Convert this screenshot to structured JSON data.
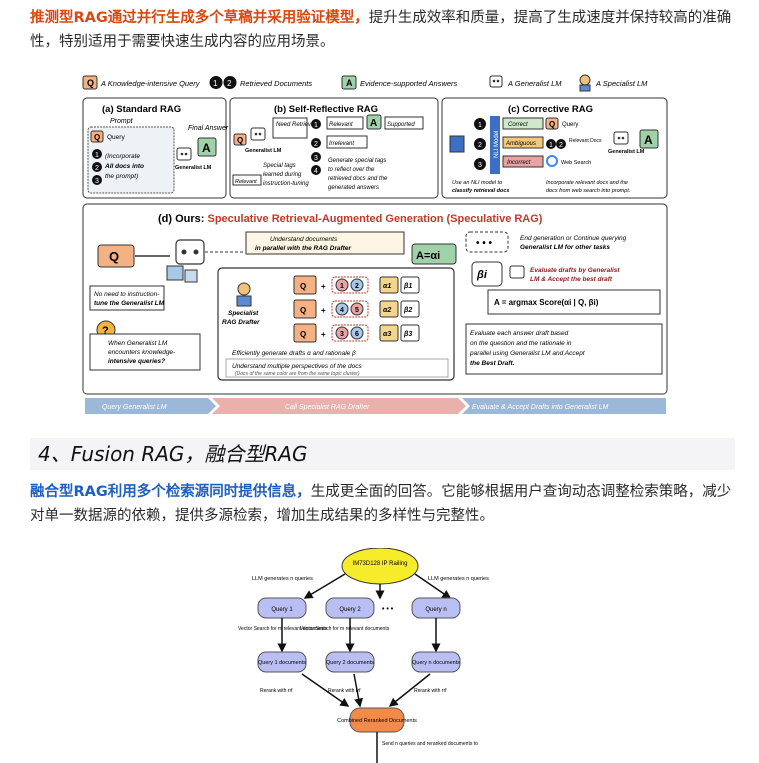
{
  "para1": {
    "lead": "推测型RAG通过并行生成多个草稿并采用验证模型，",
    "rest": "提升生成效率和质量，提高了生成速度并保持较高的准确性，特别适用于需要快速生成内容的应用场景。"
  },
  "figure1": {
    "legend": {
      "q_label": "A Knowledge-intensive Query",
      "docs_label": "Retrieved Documents",
      "a_label": "Evidence-supported Answers",
      "generalist_label": "A Generalist LM",
      "specialist_label": "A Specialist LM"
    },
    "panel_a": {
      "title": "(a) Standard RAG",
      "prompt": "Prompt",
      "query": "Query",
      "incorporate": "(Incorporate",
      "all_docs": "All docs into",
      "the_prompt": "the prompt)",
      "generalist": "Generalist LM",
      "final_answer": "Final Answer"
    },
    "panel_b": {
      "title": "(b) Self-Reflective RAG",
      "need": "Need Retrieval?",
      "relevant": "Relevant",
      "supported": "Supported",
      "irrelevant": "Irrelevant",
      "answer": "Answer",
      "generate_tags": "Generate special tags",
      "reflect_over": "to reflect over the",
      "retrieved": "retrieved docs and the",
      "generated": "generated answers",
      "special_tags": "Special tags",
      "learned": "learned during",
      "instruction": "instruction-tuning",
      "generalist": "Generalist LM"
    },
    "panel_c": {
      "title": "(c) Corrective RAG",
      "correct": "Correct",
      "ambiguous": "Ambiguous",
      "incorrect": "Incorrect",
      "nli": "NLI Model",
      "query": "Query",
      "relevant_docs": "Relevant Docs",
      "web_search": "Web Search",
      "generalist": "Generalist LM",
      "use_nli": "Use an NLI model to",
      "classify": "classify retrieval docs",
      "incorporate": "Incorporate relevant docs and the",
      "docs_from_web": "docs from web search into prompt."
    },
    "panel_d": {
      "title_prefix": "(d) Ours: ",
      "title_main": "Speculative Retrieval-Augmented Generation (Speculative RAG)",
      "understand": "Understand documents",
      "in_parallel": "in parallel with the RAG Drafter",
      "a_eq": "A=αi",
      "end_gen": "End generation or Continue querying",
      "generalist_other": "Generalist LM for other tasks",
      "eval_drafts": "Evaluate drafts by Generalist",
      "accept_best": "LM & Accept the best draft",
      "argmax": "A = argmax Score(αi | Q, βi)",
      "no_need": "No need to instruction-",
      "tune": "tune the Generalist LM",
      "when": "When Generalist LM",
      "encounters": "encounters knowledge-",
      "intensive": "intensive queries?",
      "specialist": "Specialist",
      "drafter": "RAG Drafter",
      "efficiently": "Efficiently generate drafts α and rationale β",
      "understand_multi": "Understand multiple perspectives of the docs",
      "docs_same": "(Docs of the same color are from the same topic cluster)",
      "eval_each": "Evaluate each answer draft based",
      "on_question": "on the question and the rationale in",
      "parallel_using": "parallel using Generalist LM and Accept",
      "best_draft": "the Best Draft.",
      "bar1": "Query Generalist LM",
      "bar2": "Call Specialist RAG Drafter",
      "bar3": "Evaluate & Accept Drafts into Generalist LM",
      "q": "Q",
      "a1": "α1",
      "b1": "β1",
      "a2": "α2",
      "b2": "β2",
      "a3": "α3",
      "b3": "β3",
      "bi": "βi"
    }
  },
  "section": {
    "title": "4、Fusion RAG，融合型RAG"
  },
  "para2": {
    "lead": "融合型RAG利用多个检索源同时提供信息，",
    "rest": "生成更全面的回答。它能够根据用户查询动态调整检索策略，减少对单一数据源的依赖，提供多源检索，增加生成结果的多样性与完整性。"
  },
  "figure2": {
    "top_node": "IM73D128 IP Railing",
    "llm_left": "LLM generates n queries",
    "llm_right": "LLM generates n queries",
    "query1": "Query 1",
    "query2": "Query 2",
    "queryn": "Query n",
    "dots": "• • •",
    "vs_left": "Vector Search for m relevant documents",
    "vs_mid": "Vector Search for m relevant documents",
    "doc1": "Query 1 documents",
    "doc2": "Query 2 documents",
    "docn": "Query n documents",
    "rerank": "Rerank with rrf",
    "combined": "Combined Reranked Documents",
    "send": "Send n queries and reranked documents to"
  }
}
